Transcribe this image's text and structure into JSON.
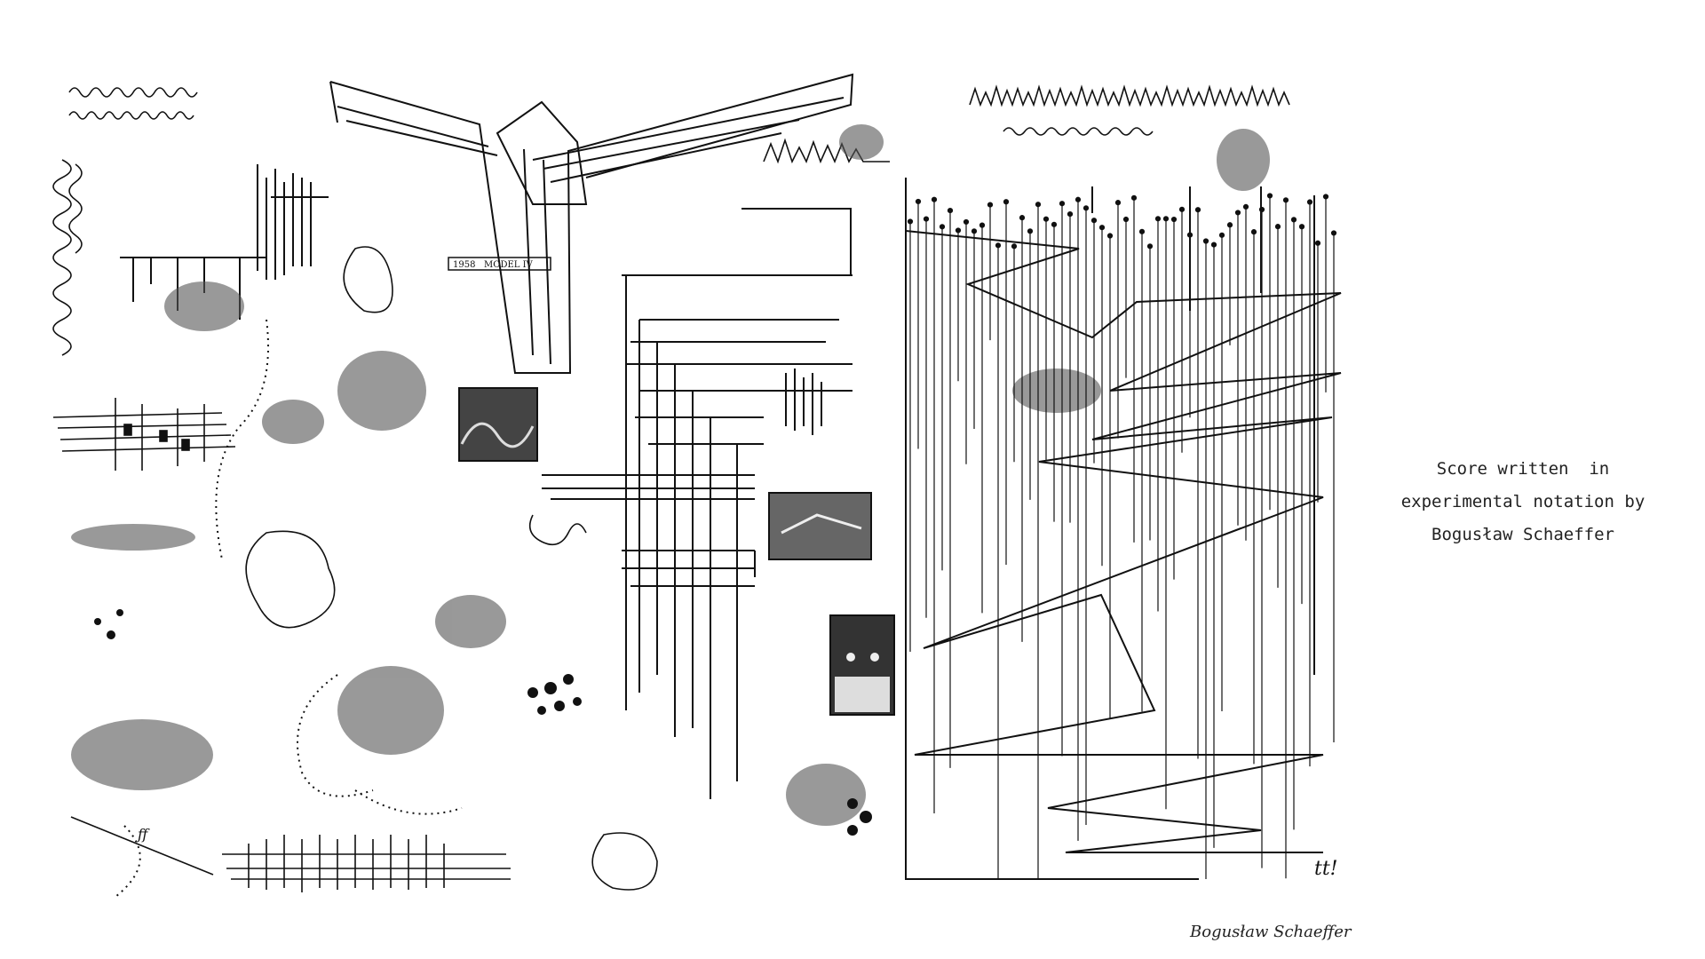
{
  "figure": {
    "description_label": "graphic-score",
    "label_model": "MODEL IV",
    "label_year": "1958",
    "signature": "Bogusław Schaeffer",
    "dynamic_mark_1": "ff",
    "dynamic_mark_2": "tt!"
  },
  "caption": {
    "line1": "Score written  in",
    "line2": "experimental notation by",
    "line3": "Bogusław Schaeffer"
  },
  "colors": {
    "ink": "#111111",
    "paper": "#ffffff",
    "smudge": "#555555"
  }
}
